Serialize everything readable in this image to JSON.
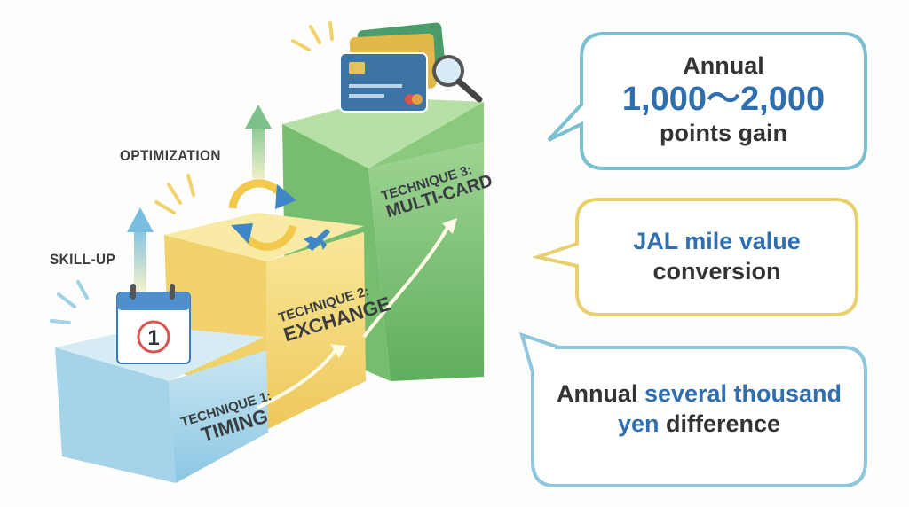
{
  "labels": {
    "skill_up": "SKILL-UP",
    "optimization": "OPTIMIZATION"
  },
  "steps": [
    {
      "prefix": "TECHNIQUE 1:",
      "name": "TIMING",
      "icon": "calendar-icon",
      "icon_text": "1",
      "color": "#a9d6ea"
    },
    {
      "prefix": "TECHNIQUE 2:",
      "name": "EXCHANGE",
      "icon": "exchange-cycle-icon",
      "color": "#f3d873"
    },
    {
      "prefix": "TECHNIQUE 3:",
      "name": "MULTI-CARD",
      "icon": "credit-card-icon",
      "color": "#7cc27a"
    }
  ],
  "bubbles": [
    {
      "line1": "Annual",
      "line2": "1,000〜2,000",
      "line3": "points gain",
      "border": "#7cbfd0"
    },
    {
      "line1": "JAL mile value",
      "line2": "conversion",
      "border": "#9cc7e0"
    },
    {
      "line1_a": "Annual ",
      "line1_b": "several thousand",
      "line2_a": "yen",
      "line2_b": " difference",
      "border": "#8fc6df"
    }
  ],
  "colors": {
    "accent_blue": "#2f6fb0",
    "text": "#333333"
  }
}
